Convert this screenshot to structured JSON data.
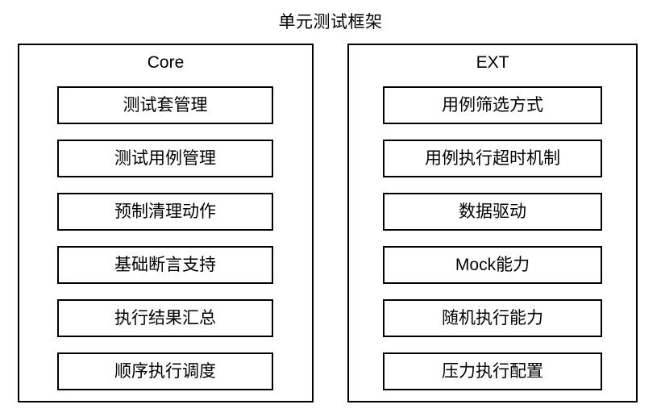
{
  "diagram": {
    "title": "单元测试框架",
    "groups": [
      {
        "id": "core",
        "title": "Core",
        "items": [
          {
            "label": "测试套管理"
          },
          {
            "label": "测试用例管理"
          },
          {
            "label": "预制清理动作"
          },
          {
            "label": "基础断言支持"
          },
          {
            "label": "执行结果汇总"
          },
          {
            "label": "顺序执行调度"
          }
        ]
      },
      {
        "id": "ext",
        "title": "EXT",
        "items": [
          {
            "label": "用例筛选方式"
          },
          {
            "label": "用例执行超时机制"
          },
          {
            "label": "数据驱动"
          },
          {
            "label": "Mock能力"
          },
          {
            "label": "随机执行能力"
          },
          {
            "label": "压力执行配置"
          }
        ]
      }
    ]
  },
  "colors": {
    "background": "#ffffff",
    "stroke": "#000000",
    "text": "#000000"
  }
}
